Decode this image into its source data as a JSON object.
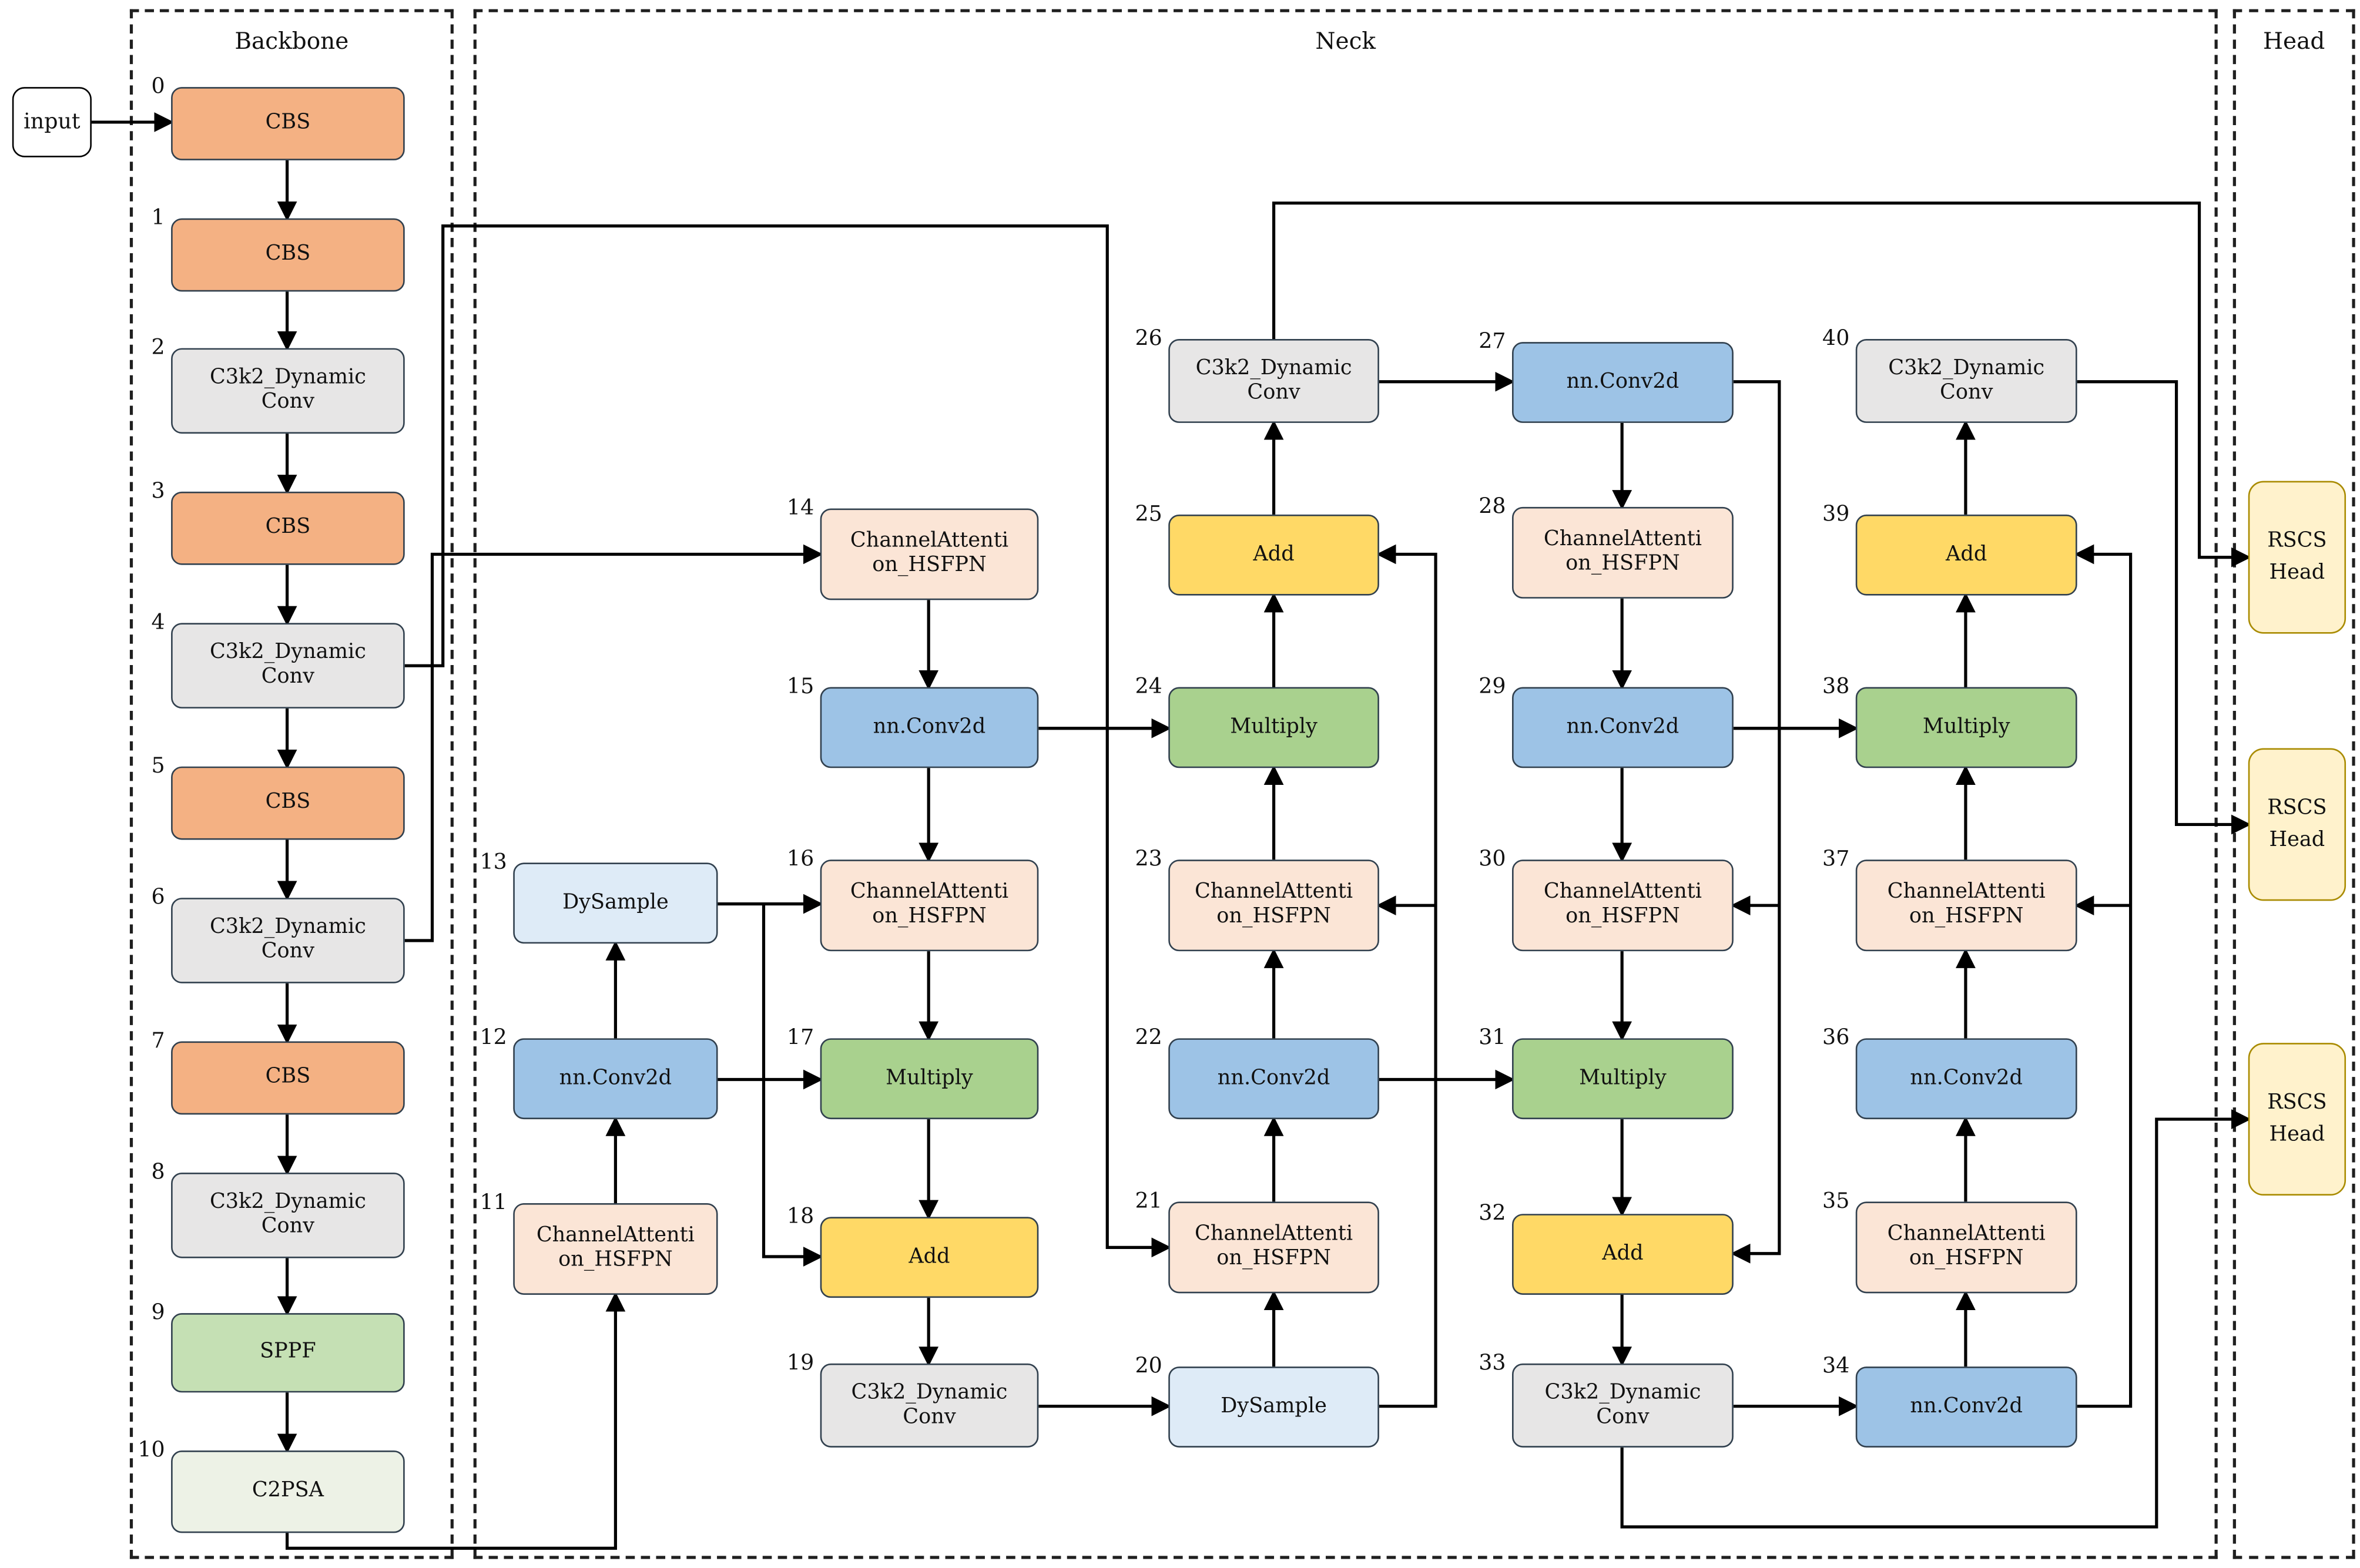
{
  "diagram": {
    "sections": [
      {
        "id": "backbone",
        "label": "Backbone"
      },
      {
        "id": "neck",
        "label": "Neck"
      },
      {
        "id": "head",
        "label": "Head"
      }
    ],
    "input_label": "input",
    "nodes": [
      {
        "num": "0",
        "label": "CBS",
        "type": "cbs"
      },
      {
        "num": "1",
        "label": "CBS",
        "type": "cbs"
      },
      {
        "num": "2",
        "label": "C3k2_Dynamic\nConv",
        "type": "c3k2"
      },
      {
        "num": "3",
        "label": "CBS",
        "type": "cbs"
      },
      {
        "num": "4",
        "label": "C3k2_Dynamic\nConv",
        "type": "c3k2"
      },
      {
        "num": "5",
        "label": "CBS",
        "type": "cbs"
      },
      {
        "num": "6",
        "label": "C3k2_Dynamic\nConv",
        "type": "c3k2"
      },
      {
        "num": "7",
        "label": "CBS",
        "type": "cbs"
      },
      {
        "num": "8",
        "label": "C3k2_Dynamic\nConv",
        "type": "c3k2"
      },
      {
        "num": "9",
        "label": "SPPF",
        "type": "sppf"
      },
      {
        "num": "10",
        "label": "C2PSA",
        "type": "c2psa"
      },
      {
        "num": "11",
        "label": "ChannelAttenti\non_HSFPN",
        "type": "ca"
      },
      {
        "num": "12",
        "label": "nn.Conv2d",
        "type": "conv"
      },
      {
        "num": "13",
        "label": "DySample",
        "type": "dys"
      },
      {
        "num": "14",
        "label": "ChannelAttenti\non_HSFPN",
        "type": "ca"
      },
      {
        "num": "15",
        "label": "nn.Conv2d",
        "type": "conv"
      },
      {
        "num": "16",
        "label": "ChannelAttenti\non_HSFPN",
        "type": "ca"
      },
      {
        "num": "17",
        "label": "Multiply",
        "type": "mul"
      },
      {
        "num": "18",
        "label": "Add",
        "type": "add"
      },
      {
        "num": "19",
        "label": "C3k2_Dynamic\nConv",
        "type": "c3k2"
      },
      {
        "num": "20",
        "label": "DySample",
        "type": "dys"
      },
      {
        "num": "21",
        "label": "ChannelAttenti\non_HSFPN",
        "type": "ca"
      },
      {
        "num": "22",
        "label": "nn.Conv2d",
        "type": "conv"
      },
      {
        "num": "23",
        "label": "ChannelAttenti\non_HSFPN",
        "type": "ca"
      },
      {
        "num": "24",
        "label": "Multiply",
        "type": "mul"
      },
      {
        "num": "25",
        "label": "Add",
        "type": "add"
      },
      {
        "num": "26",
        "label": "C3k2_Dynamic\nConv",
        "type": "c3k2"
      },
      {
        "num": "27",
        "label": "nn.Conv2d",
        "type": "conv"
      },
      {
        "num": "28",
        "label": "ChannelAttenti\non_HSFPN",
        "type": "ca"
      },
      {
        "num": "29",
        "label": "nn.Conv2d",
        "type": "conv"
      },
      {
        "num": "30",
        "label": "ChannelAttenti\non_HSFPN",
        "type": "ca"
      },
      {
        "num": "31",
        "label": "Multiply",
        "type": "mul"
      },
      {
        "num": "32",
        "label": "Add",
        "type": "add"
      },
      {
        "num": "33",
        "label": "C3k2_Dynamic\nConv",
        "type": "c3k2"
      },
      {
        "num": "34",
        "label": "nn.Conv2d",
        "type": "conv"
      },
      {
        "num": "35",
        "label": "ChannelAttenti\non_HSFPN",
        "type": "ca"
      },
      {
        "num": "36",
        "label": "nn.Conv2d",
        "type": "conv"
      },
      {
        "num": "37",
        "label": "ChannelAttenti\non_HSFPN",
        "type": "ca"
      },
      {
        "num": "38",
        "label": "Multiply",
        "type": "mul"
      },
      {
        "num": "39",
        "label": "Add",
        "type": "add"
      },
      {
        "num": "40",
        "label": "C3k2_Dynamic\nConv",
        "type": "c3k2"
      }
    ],
    "heads": [
      {
        "label": "RSCS\nHead"
      },
      {
        "label": "RSCS\nHead"
      },
      {
        "label": "RSCS\nHead"
      }
    ],
    "colors": {
      "cbs": "#F4B183",
      "c3k2": "#E7E6E6",
      "sppf": "#C5E0B4",
      "c2psa": "#EDF2E6",
      "conv2d": "#9DC3E6",
      "dysample": "#DEEBF7",
      "channel_attention": "#FBE5D6",
      "multiply": "#A9D18E",
      "add": "#FFD966",
      "head": "#FFF2CC",
      "input": "#FFFFFF",
      "edge": "#000000"
    },
    "connections": [
      "input→0",
      "0→1",
      "1→2",
      "2→3",
      "3→4",
      "4→5",
      "5→6",
      "6→7",
      "7→8",
      "8→9",
      "9→10",
      "10→11",
      "6→14",
      "4→21",
      "11→12",
      "12→13",
      "12→17",
      "13→16",
      "13→18",
      "14→15",
      "15→16",
      "16→17",
      "17→18",
      "18→19",
      "15→24",
      "19→20",
      "20→21",
      "21→22",
      "22→23",
      "23→24",
      "24→25",
      "25→26",
      "20→25",
      "20→23",
      "22→31",
      "26→27",
      "27→28",
      "28→29",
      "29→30",
      "30→31",
      "31→32",
      "32→33",
      "27→32",
      "27→30",
      "29→38",
      "33→34",
      "34→35",
      "35→36",
      "36→37",
      "37→38",
      "38→39",
      "39→40",
      "34→39",
      "34→37",
      "26→RSCS Head 1",
      "40→RSCS Head 2",
      "33→RSCS Head 3"
    ]
  }
}
